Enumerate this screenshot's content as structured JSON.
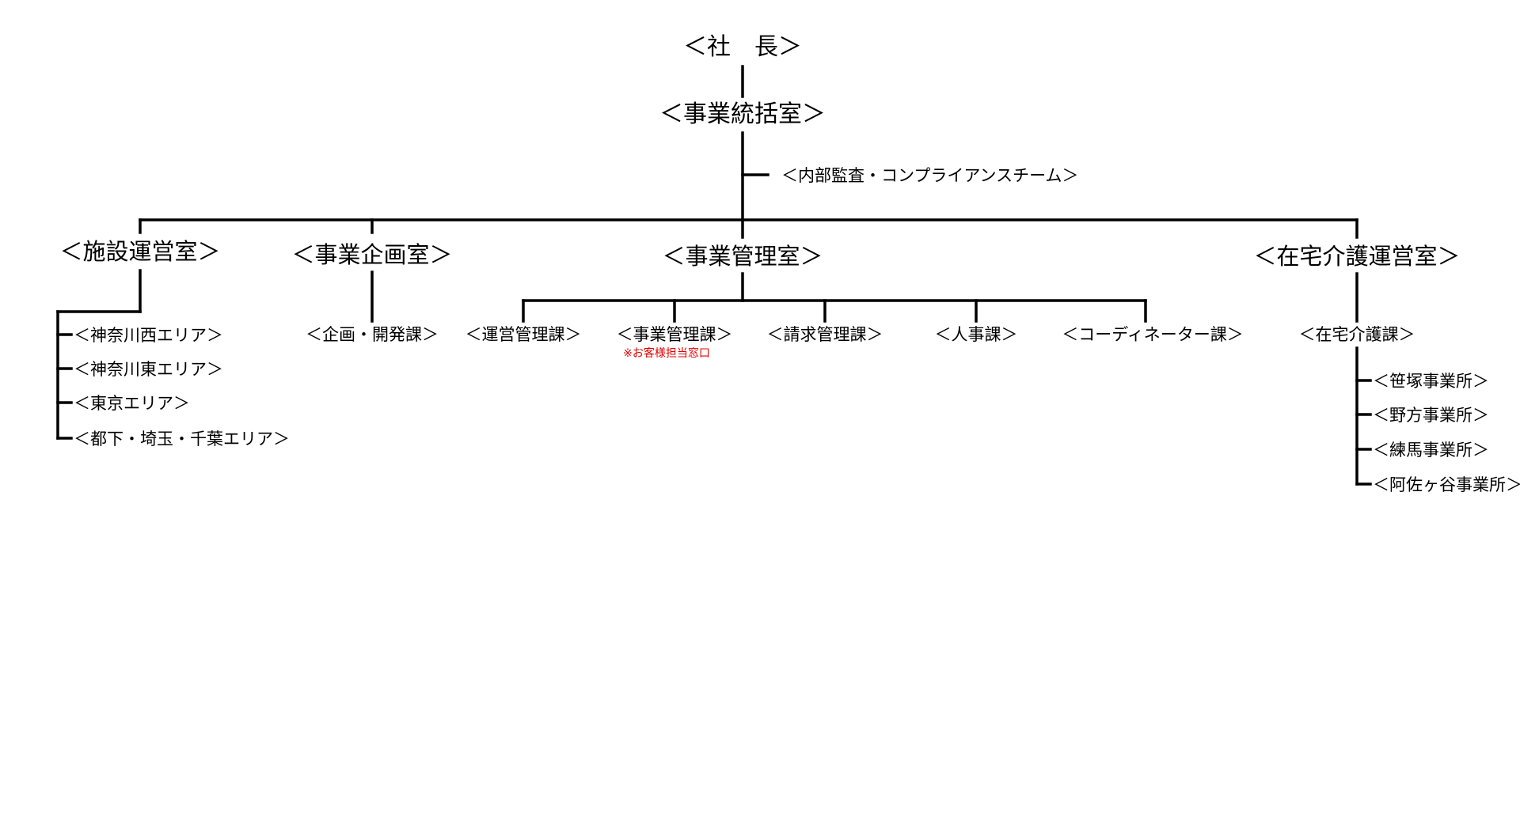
{
  "org": {
    "president": "＜社　長＞",
    "office": "＜事業統括室＞",
    "audit": "＜内部監査・コンプライアンスチーム＞",
    "facility": {
      "name": "＜施設運営室＞",
      "areas": [
        "＜神奈川西エリア＞",
        "＜神奈川東エリア＞",
        "＜東京エリア＞",
        "＜都下・埼玉・千葉エリア＞"
      ]
    },
    "planning": {
      "name": "＜事業企画室＞",
      "section": "＜企画・開発課＞"
    },
    "management": {
      "name": "＜事業管理室＞",
      "sections": [
        "＜運営管理課＞",
        "＜事業管理課＞",
        "＜請求管理課＞",
        "＜人事課＞",
        "＜コーディネーター課＞"
      ],
      "note": "※お客様担当窓口"
    },
    "homecare": {
      "name": "＜在宅介護運営室＞",
      "section": "＜在宅介護課＞",
      "offices": [
        "＜笹塚事業所＞",
        "＜野方事業所＞",
        "＜練馬事業所＞",
        "＜阿佐ヶ谷事業所＞"
      ]
    }
  },
  "colors": {
    "line": "#000000",
    "text": "#000000",
    "note": "#e00000"
  }
}
